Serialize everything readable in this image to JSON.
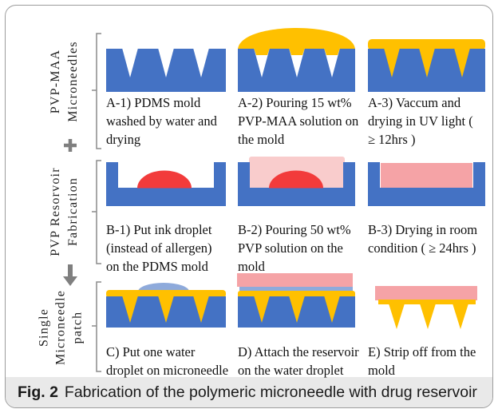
{
  "figure": {
    "row_labels": [
      {
        "lines": [
          "PVP-MAA",
          "Microneedles"
        ]
      },
      {
        "lines": [
          "PVP Resorvoir",
          "Fabrication"
        ]
      },
      {
        "lines": [
          "Single",
          "Microneedle",
          "patch"
        ]
      }
    ],
    "steps": [
      {
        "lines": [
          "A-1) PDMS mold",
          "washed by water and",
          "drying"
        ]
      },
      {
        "lines": [
          "A-2) Pouring 15 wt%",
          "PVP-MAA solution on",
          "the mold"
        ]
      },
      {
        "lines": [
          "A-3) Vaccum and",
          "drying in UV light (",
          "≥ 12hrs )"
        ]
      },
      {
        "lines": [
          "B-1) Put ink droplet",
          "(instead of allergen)",
          "on the PDMS mold"
        ]
      },
      {
        "lines": [
          "B-2) Pouring 50 wt%",
          "PVP solution on the",
          "mold"
        ]
      },
      {
        "lines": [
          "B-3) Drying in room",
          "condition ( ≥ 24hrs )"
        ]
      },
      {
        "lines": [
          "C) Put one water",
          "droplet on microneedle"
        ]
      },
      {
        "lines": [
          "D) Attach the reservoir",
          "on the water droplet"
        ]
      },
      {
        "lines": [
          "E) Strip off from the",
          "mold"
        ]
      }
    ],
    "icons": {
      "between_rows_1_2": "plus-icon",
      "between_rows_2_3": "down-arrow-icon"
    }
  },
  "caption": {
    "label": "Fig. 2",
    "text": "Fabrication of the polymeric microneedle with drug reservoir"
  },
  "colors": {
    "pdms_mold": "#4472c4",
    "pvp_maa": "#ffc000",
    "ink_droplet": "#f23b3b",
    "pvp_solution": "#f9cccc",
    "pvp_reservoir": "#f5a3a6",
    "water_droplet": "#8eaadb",
    "annotation": "#7f7f7f",
    "bracket": "#8c8c8c"
  }
}
